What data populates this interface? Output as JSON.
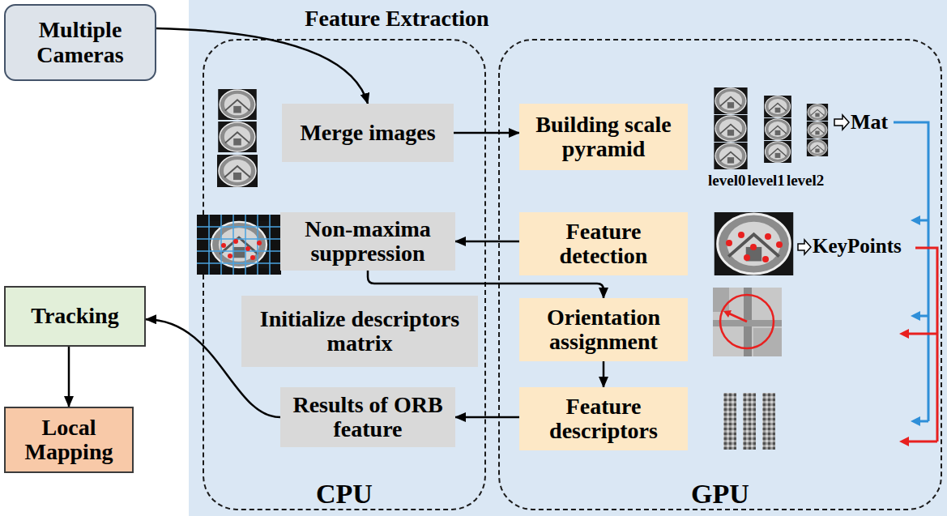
{
  "diagram": {
    "nodes": [
      {
        "text": [
          "Multiple Cameras"
        ]
      },
      {
        "text": [
          "Feature Extraction"
        ]
      },
      {
        "text": [
          "CPU"
        ],
        "in": 1
      },
      {
        "text": [
          "GPU"
        ],
        "in": 1
      },
      {
        "text": [
          "Merge images"
        ],
        "in": 2
      },
      {
        "text": [
          "Non-maxima suppression"
        ],
        "in": 2
      },
      {
        "text": [
          "Initialize descriptors matrix"
        ],
        "in": 2
      },
      {
        "text": [
          "Results of ORB feature"
        ],
        "in": 2
      },
      {
        "text": [
          "Building scale pyramid"
        ],
        "in": 3
      },
      {
        "text": [
          "Feature detection"
        ],
        "in": 3
      },
      {
        "text": [
          "Orientation assignment"
        ],
        "in": 3
      },
      {
        "text": [
          "Feature descriptors"
        ],
        "in": 3
      },
      {
        "text": [
          "Tracking"
        ]
      },
      {
        "text": [
          "Local Mapping"
        ]
      }
    ],
    "edges": [
      {
        "from": 0,
        "to": 4,
        "arrow": "to"
      },
      {
        "from": 4,
        "to": 8,
        "arrow": "to"
      },
      {
        "from": 9,
        "to": 5,
        "arrow": "to"
      },
      {
        "from": 5,
        "to": 10,
        "arrow": "to"
      },
      {
        "from": 10,
        "to": 11,
        "arrow": "to"
      },
      {
        "from": 11,
        "to": 7,
        "arrow": "to"
      },
      {
        "from": 7,
        "to": 12,
        "arrow": "to"
      },
      {
        "from": 12,
        "to": 13,
        "arrow": "to"
      }
    ],
    "labels": [
      "level0",
      "level1",
      "level2",
      "Mat",
      "KeyPoints"
    ]
  }
}
